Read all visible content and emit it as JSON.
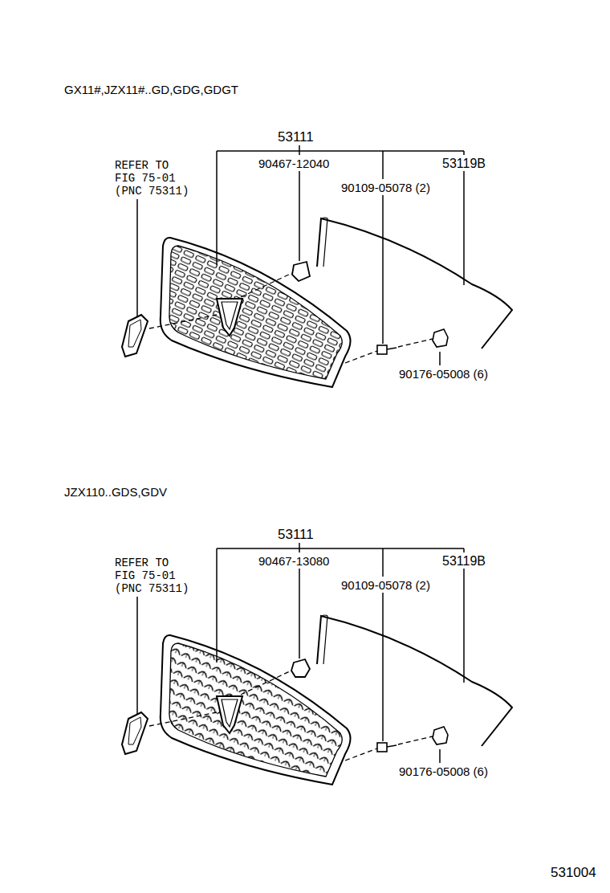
{
  "diagram": {
    "labels": [
      "GX11#,JZX11#..GD,GDG,GDGT",
      "53111",
      "REFER TO FIG 75-01 (PNC 75311)",
      "90467-12040",
      "53119B",
      "90109-05078 (2)",
      "90176-05008 (6)",
      "JZX110..GDS,GDV",
      "53111",
      "REFER TO FIG 75-01 (PNC 75311)",
      "90467-13080",
      "53119B",
      "90109-05078 (2)",
      "90176-05008 (6)",
      "531004"
    ]
  }
}
